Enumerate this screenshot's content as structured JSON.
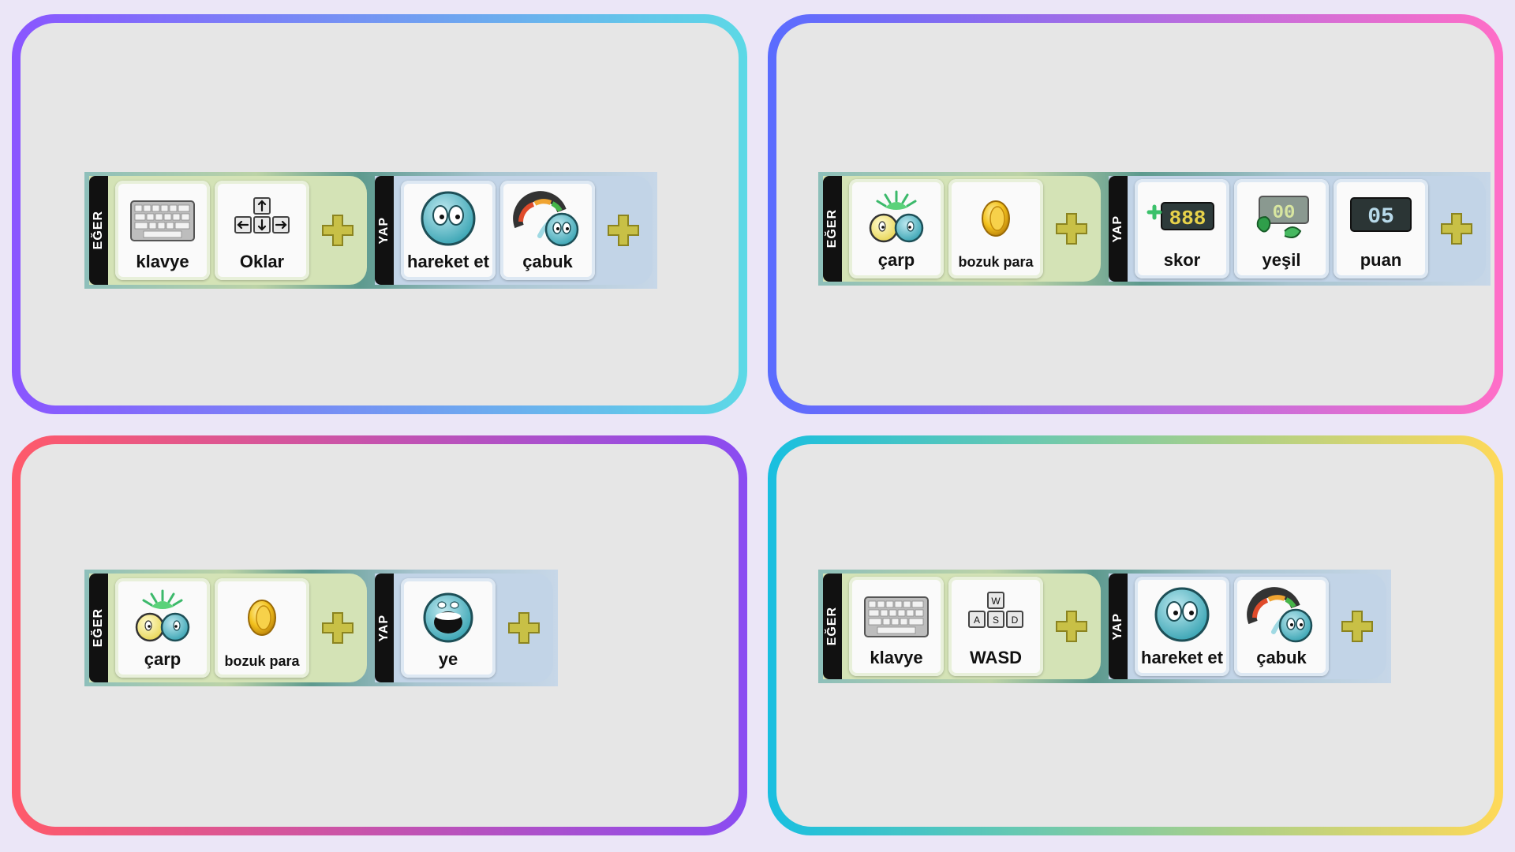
{
  "colors": {
    "page_background": "#ebe6f7",
    "panel_fill": "#e6e6e6",
    "plus": "#c8c046",
    "when_section": "#d4e3b6",
    "do_section": "#c2d4e7"
  },
  "panels": [
    {
      "when_tag": "EĞER",
      "do_tag": "YAP",
      "when": [
        {
          "label": "klavye",
          "icon": "keyboard-icon"
        },
        {
          "label": "Oklar",
          "icon": "arrow-keys-icon"
        }
      ],
      "do": [
        {
          "label": "hareket et",
          "icon": "move-character-icon"
        },
        {
          "label": "çabuk",
          "icon": "fast-speedometer-icon"
        }
      ]
    },
    {
      "when_tag": "EĞER",
      "do_tag": "YAP",
      "when": [
        {
          "label": "çarp",
          "icon": "bump-icon"
        },
        {
          "label": "bozuk para",
          "icon": "coin-icon"
        }
      ],
      "do": [
        {
          "label": "skor",
          "icon": "score-icon",
          "display": "888"
        },
        {
          "label": "yeşil",
          "icon": "green-color-icon",
          "display": "00"
        },
        {
          "label": "puan",
          "icon": "points-display-icon",
          "display": "05"
        }
      ]
    },
    {
      "when_tag": "EĞER",
      "do_tag": "YAP",
      "when": [
        {
          "label": "çarp",
          "icon": "bump-icon"
        },
        {
          "label": "bozuk para",
          "icon": "coin-icon"
        }
      ],
      "do": [
        {
          "label": "ye",
          "icon": "eat-icon"
        }
      ]
    },
    {
      "when_tag": "EĞER",
      "do_tag": "YAP",
      "when": [
        {
          "label": "klavye",
          "icon": "keyboard-icon"
        },
        {
          "label": "WASD",
          "icon": "wasd-keys-icon",
          "keys": [
            "W",
            "A",
            "S",
            "D"
          ]
        }
      ],
      "do": [
        {
          "label": "hareket et",
          "icon": "move-character-icon"
        },
        {
          "label": "çabuk",
          "icon": "fast-speedometer-icon"
        }
      ]
    }
  ]
}
